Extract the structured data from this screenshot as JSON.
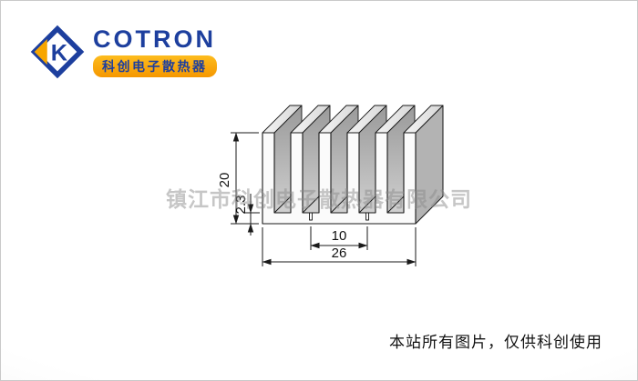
{
  "page": {
    "watermark": "镇江市科创电子散热器有限公司",
    "footer_note": "本站所有图片，仅供科创使用"
  },
  "logo": {
    "brand": "COTRON",
    "subtitle": "科创电子散热器",
    "mark_letter": "K",
    "colors": {
      "blue": "#1d3f9e",
      "orange": "#f7a600"
    }
  },
  "drawing": {
    "type": "extruded-aluminum-heatsink-profile, oblique projection",
    "fin_count": 6,
    "dimensions": {
      "overall_height": "20",
      "base_thickness": "2.3",
      "slot_pitch": "10",
      "overall_width": "26"
    }
  }
}
